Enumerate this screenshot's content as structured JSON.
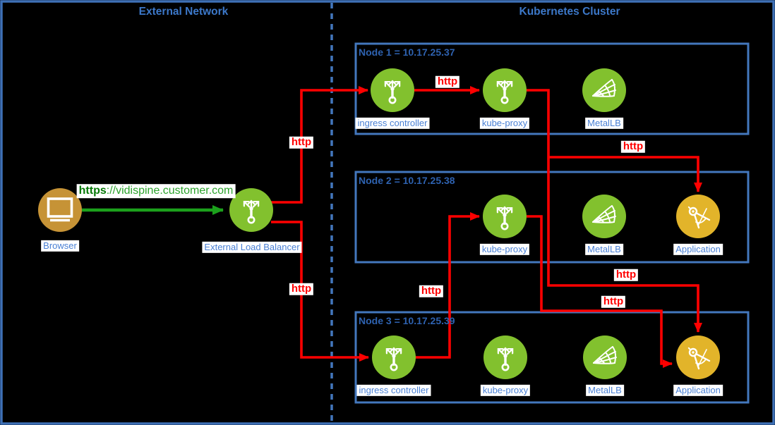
{
  "sections": {
    "external": {
      "title": "External Network"
    },
    "cluster": {
      "title": "Kubernetes Cluster"
    }
  },
  "external": {
    "browser_label": "Browser",
    "load_balancer_label": "External Load Balancer"
  },
  "nodes": [
    {
      "title": "Node 1 = 10.17.25.37",
      "icons": [
        {
          "label": "ingress controller"
        },
        {
          "label": "kube-proxy"
        },
        {
          "label": "MetalLB"
        }
      ]
    },
    {
      "title": "Node 2 = 10.17.25.38",
      "icons": [
        {
          "label": "kube-proxy"
        },
        {
          "label": "MetalLB"
        },
        {
          "label": "Application"
        }
      ]
    },
    {
      "title": "Node 3 = 10.17.25.39",
      "icons": [
        {
          "label": "ingress controller"
        },
        {
          "label": "kube-proxy"
        },
        {
          "label": "MetalLB"
        },
        {
          "label": "Application"
        }
      ]
    }
  ],
  "edges": {
    "browser_to_lb": {
      "scheme": "https",
      "rest": "://vidispine.customer.com"
    },
    "lb_to_node1_ingress": {
      "label": "http"
    },
    "node1_ingress_to_kube_proxy": {
      "label": "http"
    },
    "node1_kube_proxy_to_node2_app": {
      "label": "http"
    },
    "lb_to_node3_ingress": {
      "label": "http"
    },
    "node3_ingress_to_node2_kube_proxy": {
      "label": "http"
    },
    "node1_kube_proxy_to_node3_app": {
      "label": "http"
    },
    "node2_kube_proxy_to_node3_app": {
      "label": "http"
    }
  },
  "colors": {
    "background": "#000000",
    "frame_blue": "#3e70b6",
    "node_box_blue": "#4377bd",
    "section_title_blue": "#3c78c9",
    "node_title_blue": "#2e62b0",
    "icon_label_blue": "#4a80d4",
    "k8s_green": "#82c12e",
    "application_gold": "#e2b42a",
    "browser_tan": "#c69336",
    "edge_red": "#ff0000",
    "https_green": "#1ca11c"
  }
}
